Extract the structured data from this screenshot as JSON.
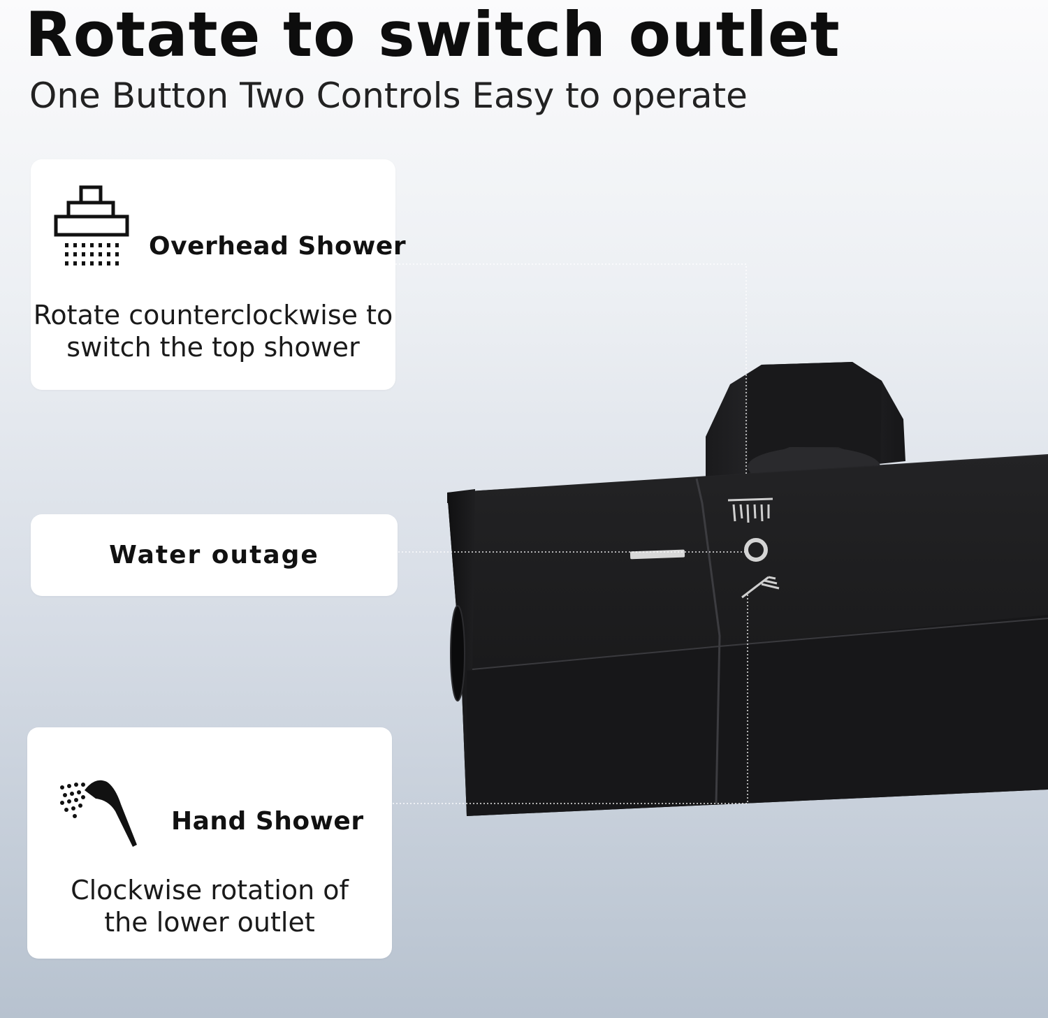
{
  "headline": "Rotate to switch outlet",
  "subheadline": "One Button Two Controls Easy to operate",
  "cards": {
    "overhead": {
      "title": "Overhead Shower",
      "description_lines": [
        "Rotate counterclockwise to",
        "switch the top shower"
      ],
      "icon": "overhead-shower-icon"
    },
    "outage": {
      "title": "Water outage"
    },
    "hand": {
      "title": "Hand Shower",
      "description_lines": [
        "Clockwise rotation of",
        "the lower outlet"
      ],
      "icon": "hand-shower-icon"
    }
  },
  "colors": {
    "product_body": "#1b1b1d",
    "card_background": "#ffffff",
    "marker": "#d8d8d8"
  }
}
